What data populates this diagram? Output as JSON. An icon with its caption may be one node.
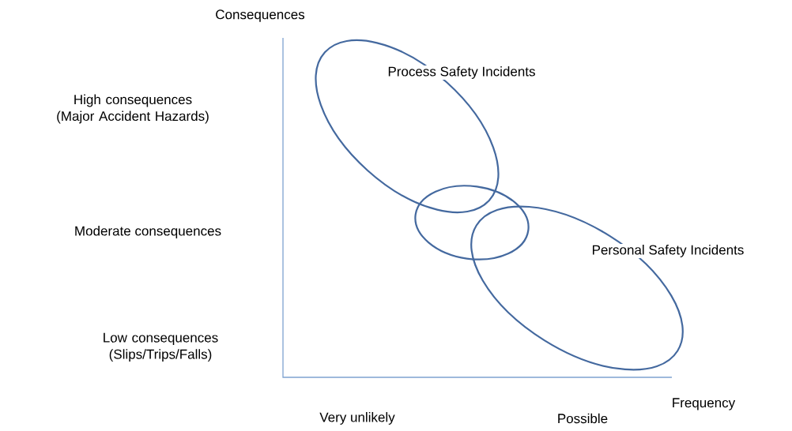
{
  "diagram": {
    "nodes": [
      {
        "text": [
          "Process Safety Incidents"
        ]
      },
      {
        "text": [],
        "shape": "circle"
      },
      {
        "text": [
          "Personal Safety Incidents"
        ]
      }
    ],
    "labels": [
      "Consequences",
      "High consequences (Major Accident Hazards)",
      "Moderate consequences",
      "Low consequences (Slips/Trips/Falls)",
      "Frequency",
      "Very unlikely",
      "Possible"
    ]
  }
}
